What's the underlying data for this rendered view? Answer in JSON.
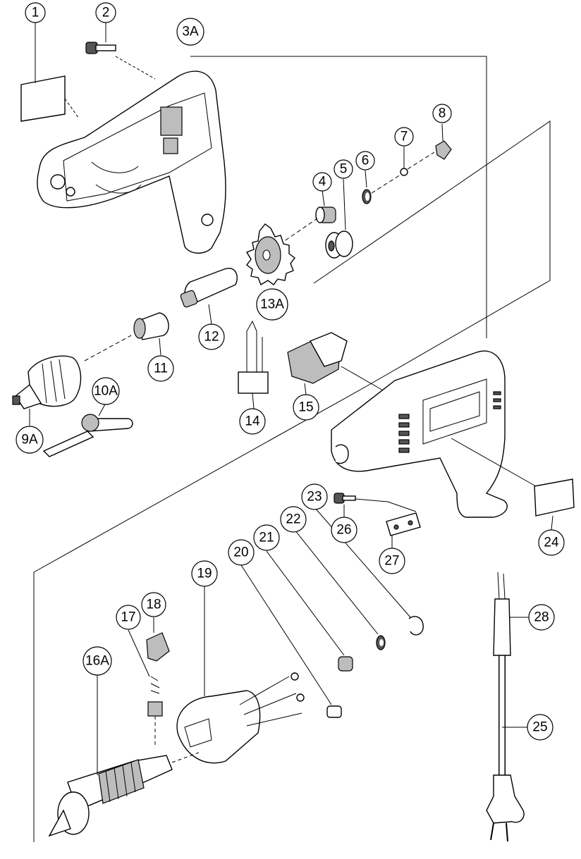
{
  "labels": {
    "p1": "1",
    "p2": "2",
    "p3A": "3A",
    "p4": "4",
    "p5": "5",
    "p6": "6",
    "p7": "7",
    "p8": "8",
    "p9A": "9A",
    "p10A": "10A",
    "p11": "11",
    "p12": "12",
    "p13A": "13A",
    "p14": "14",
    "p15": "15",
    "p16A": "16A",
    "p17": "17",
    "p18": "18",
    "p19": "19",
    "p20": "20",
    "p21": "21",
    "p22": "22",
    "p23": "23",
    "p24": "24",
    "p25": "25",
    "p26": "26",
    "p27": "27",
    "p28": "28"
  }
}
